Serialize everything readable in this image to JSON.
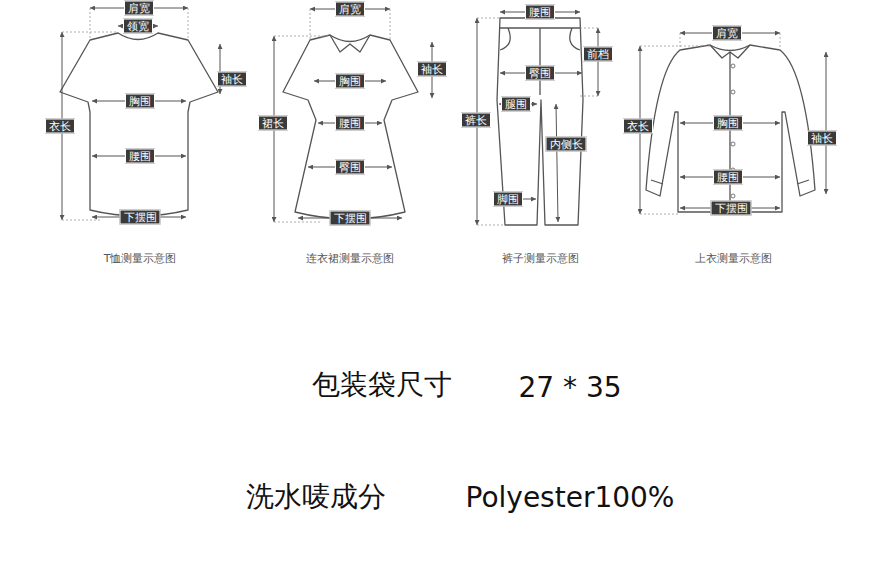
{
  "diagram": {
    "nodes": [
      {
        "text": [
          "肩宽"
        ]
      },
      {
        "text": [
          "领宽"
        ]
      },
      {
        "text": [
          "袖长"
        ]
      },
      {
        "text": [
          "胸围"
        ]
      },
      {
        "text": [
          "衣长"
        ]
      },
      {
        "text": [
          "腰围"
        ]
      },
      {
        "text": [
          "下摆围"
        ]
      },
      {
        "text": [
          "肩宽"
        ]
      },
      {
        "text": [
          "袖长"
        ]
      },
      {
        "text": [
          "胸围"
        ]
      },
      {
        "text": [
          "裙长"
        ]
      },
      {
        "text": [
          "腰围"
        ]
      },
      {
        "text": [
          "臀围"
        ]
      },
      {
        "text": [
          "下摆围"
        ]
      },
      {
        "text": [
          "腰围"
        ]
      },
      {
        "text": [
          "前档"
        ]
      },
      {
        "text": [
          "臀围"
        ]
      },
      {
        "text": [
          "腿围"
        ]
      },
      {
        "text": [
          "裤长"
        ]
      },
      {
        "text": [
          "内侧长"
        ]
      },
      {
        "text": [
          "脚围"
        ]
      },
      {
        "text": [
          "肩宽"
        ]
      },
      {
        "text": [
          "衣长"
        ]
      },
      {
        "text": [
          "胸围"
        ]
      },
      {
        "text": [
          "袖长"
        ]
      },
      {
        "text": [
          "腰围"
        ]
      },
      {
        "text": [
          "下摆围"
        ]
      }
    ],
    "labels": [
      "T恤测量示意图",
      "连衣裙测量示意图",
      "裤子测量示意图",
      "上衣测量示意图",
      "包装袋尺寸",
      "27 * 35",
      "洗水唛成分",
      "Polyester100%"
    ]
  }
}
